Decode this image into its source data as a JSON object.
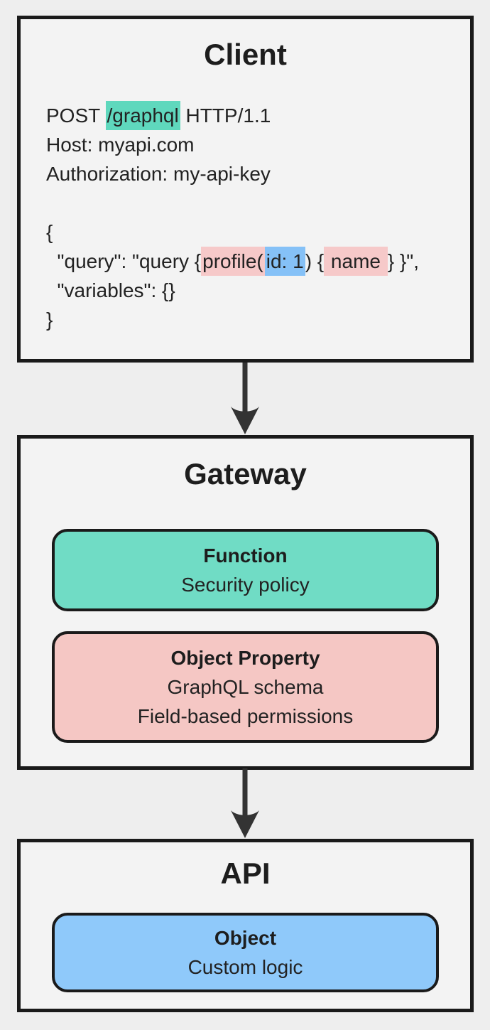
{
  "colors": {
    "background": "#eeeeee",
    "panel_fill": "#f3f3f3",
    "panel_border": "#1a1a1a",
    "arrow": "#333333",
    "text": "#222222",
    "title_text": "#1d1d1d",
    "highlight_teal": "#5fd8bd",
    "highlight_pink": "#f6c9c9",
    "highlight_blue": "#85c1f7",
    "card_teal": "#70dcc5",
    "card_pink": "#f5c7c4",
    "card_blue": "#8fc9fa"
  },
  "client": {
    "title": "Client",
    "code_lines": [
      [
        {
          "text": "POST "
        },
        {
          "text": "/graphql",
          "highlight": "teal"
        },
        {
          "text": " HTTP/1.1"
        }
      ],
      [
        {
          "text": "Host: myapi.com"
        }
      ],
      [
        {
          "text": "Authorization: my-api-key"
        }
      ],
      [],
      [
        {
          "text": "{"
        }
      ],
      [
        {
          "text": "  \"query\": \"query {"
        },
        {
          "text": "profile(",
          "highlight": "pink"
        },
        {
          "text": "id: 1",
          "highlight": "blue"
        },
        {
          "text": ") {"
        },
        {
          "text": " name ",
          "highlight": "pink"
        },
        {
          "text": "} }\","
        }
      ],
      [
        {
          "text": "  \"variables\": {}"
        }
      ],
      [
        {
          "text": "}"
        }
      ]
    ]
  },
  "gateway": {
    "title": "Gateway",
    "cards": [
      {
        "title": "Function",
        "lines": [
          "Security policy"
        ],
        "color": "teal"
      },
      {
        "title": "Object Property",
        "lines": [
          "GraphQL schema",
          "Field-based permissions"
        ],
        "color": "pink"
      }
    ]
  },
  "api": {
    "title": "API",
    "cards": [
      {
        "title": "Object",
        "lines": [
          "Custom logic"
        ],
        "color": "blue"
      }
    ]
  }
}
